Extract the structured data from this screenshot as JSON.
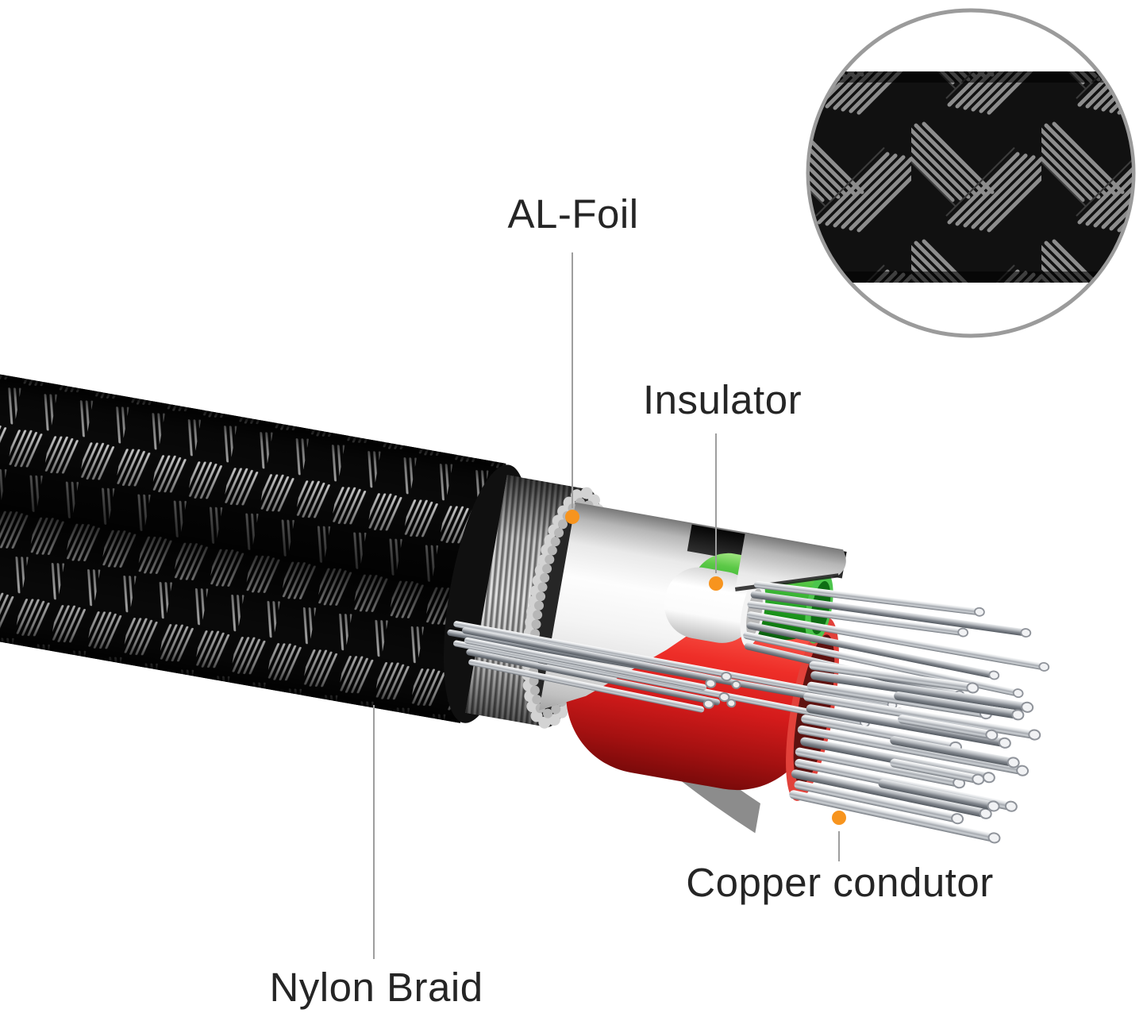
{
  "diagram": {
    "type": "cable-cutaway-illustration",
    "background": "#FFFFFF",
    "callouts": {
      "al_foil": {
        "label": "AL-Foil",
        "has_marker": true
      },
      "insulator": {
        "label": "Insulator",
        "has_marker": true
      },
      "copper_conductor": {
        "label": "Copper condutor",
        "has_marker": true
      },
      "nylon_braid": {
        "label": "Nylon Braid",
        "has_marker": false
      }
    },
    "colors": {
      "marker_orange": "#F7941E",
      "leader_gray": "#9E9E9E",
      "label_text": "#252525",
      "braid_black": "#121212",
      "braid_strand_silver": "#C2C2C2",
      "shield_silver": "#D9D9D9",
      "foil_white": "#F2F2F2",
      "insulator_white": "#FFFFFF",
      "wire_green": "#2EAE2E",
      "wire_red": "#D61C1C",
      "copper_strand_chrome": "#C9CCD1",
      "inset_ring_gray": "#9B9B9B"
    },
    "layers_depicted": [
      "Nylon Braid",
      "AL-Foil",
      "Insulator",
      "Copper condutor"
    ]
  }
}
